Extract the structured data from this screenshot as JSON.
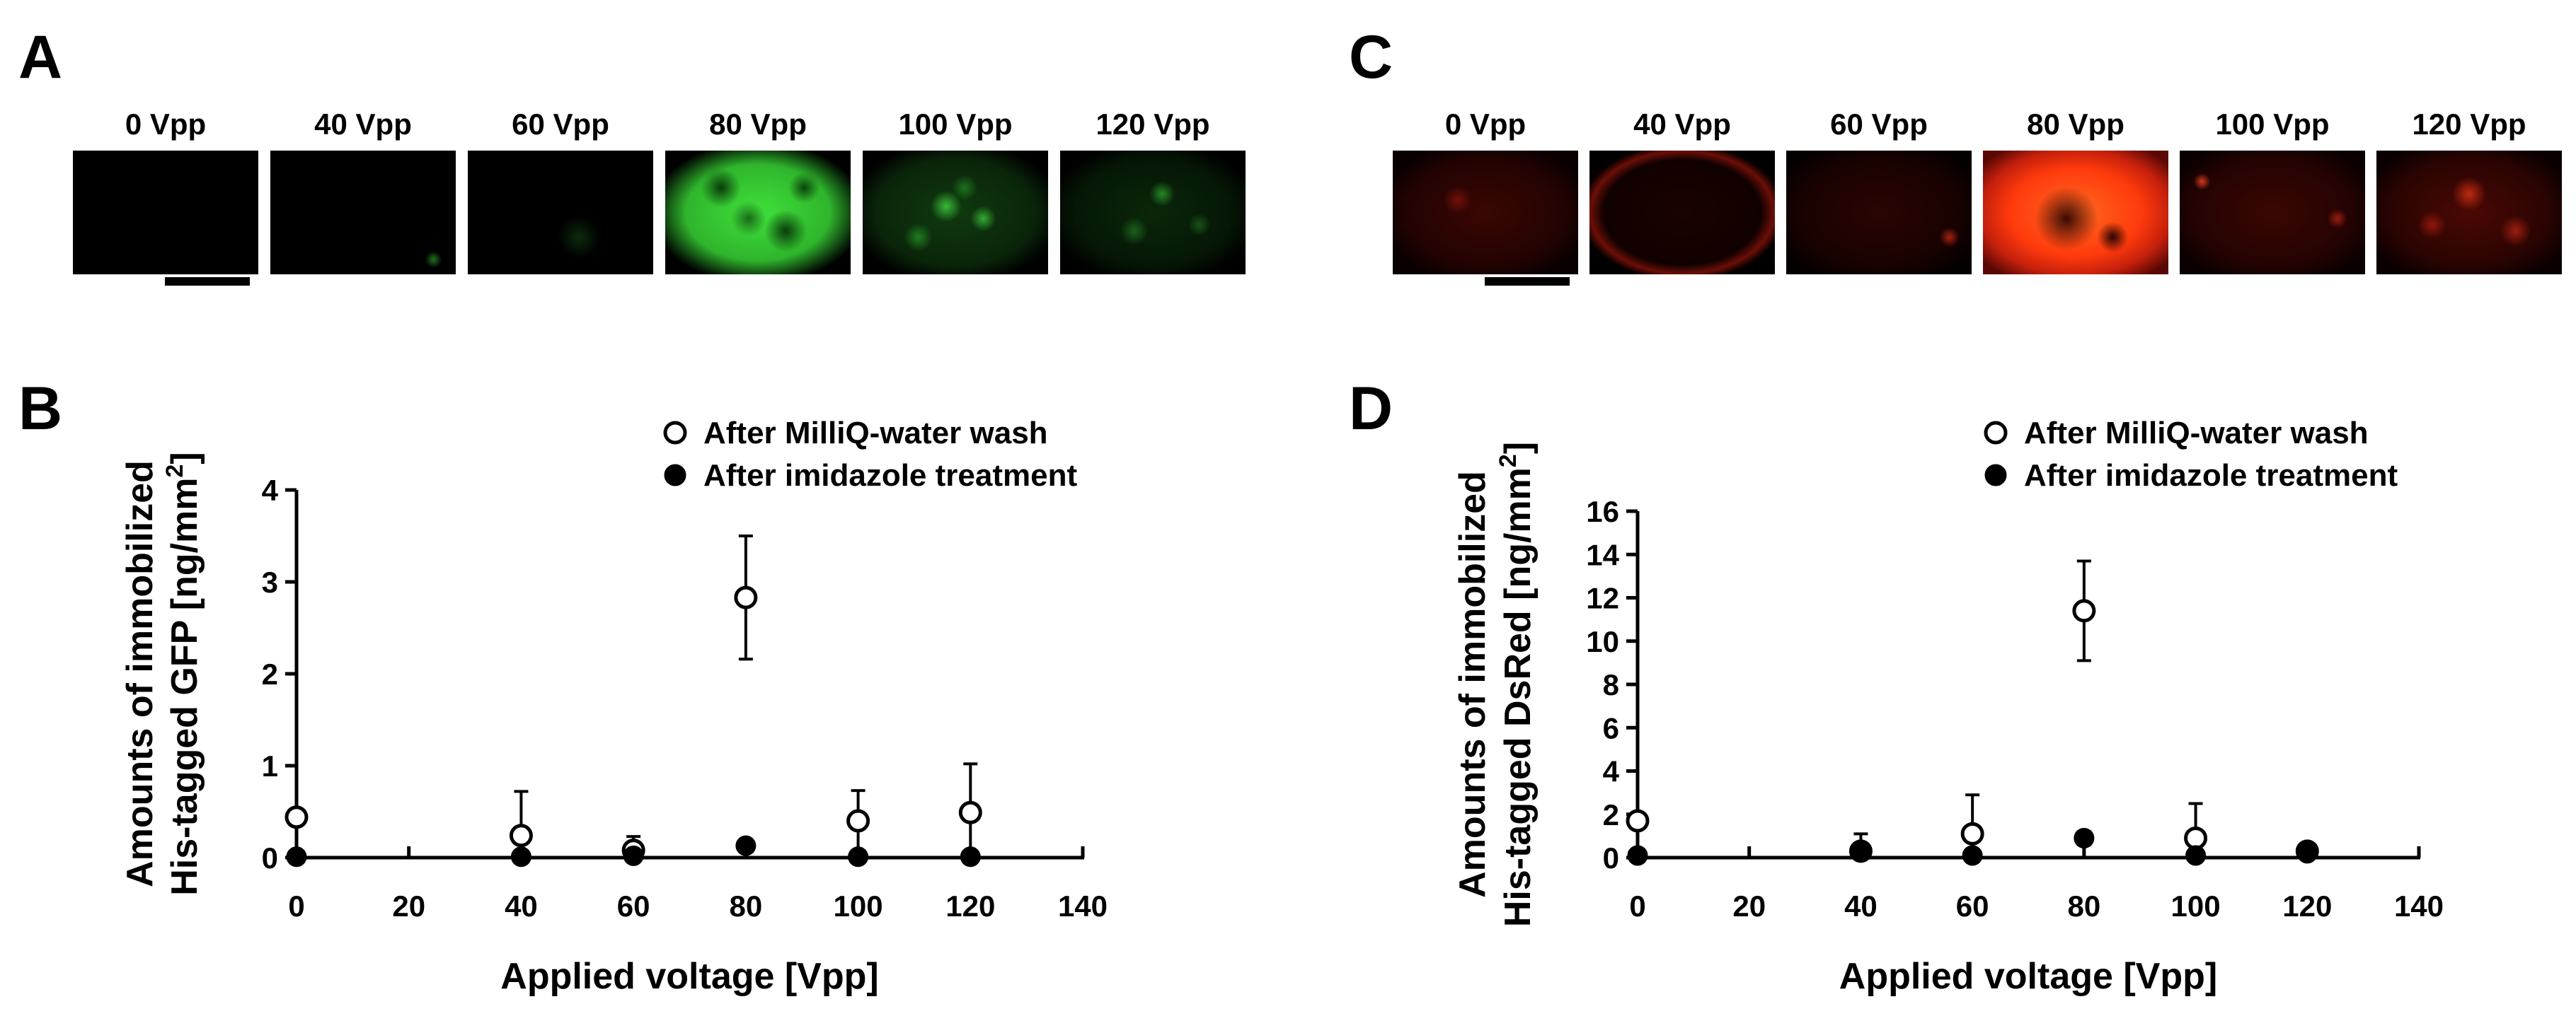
{
  "panels": {
    "A": "A",
    "B": "B",
    "C": "C",
    "D": "D"
  },
  "image_labels": {
    "A": [
      "0 Vpp",
      "40 Vpp",
      "60 Vpp",
      "80 Vpp",
      "100 Vpp",
      "120 Vpp"
    ],
    "C": [
      "0 Vpp",
      "40 Vpp",
      "60 Vpp",
      "80 Vpp",
      "100 Vpp",
      "120 Vpp"
    ]
  },
  "colors": {
    "gfp_bright": "#3fe03a",
    "gfp_mid": "#1c9c1c",
    "dsred_bright": "#ff4a10",
    "dsred_mid": "#c4200c",
    "background": "#000000"
  },
  "chart_data": [
    {
      "type": "scatter",
      "panel": "B",
      "xlabel": "Applied voltage [Vpp]",
      "ylabel_line1": "Amounts of immobilized",
      "ylabel_line2_prefix": "His-tagged GFP [ng/mm",
      "ylabel_sup": "2",
      "ylabel_suffix": "]",
      "xlim": [
        0,
        140
      ],
      "ylim": [
        0,
        4
      ],
      "xticks": [
        0,
        20,
        40,
        60,
        80,
        100,
        120,
        140
      ],
      "yticks": [
        0,
        1,
        2,
        3,
        4
      ],
      "legend": [
        "After MilliQ-water wash",
        "After imidazole treatment"
      ],
      "legend_position": "top-right",
      "series": [
        {
          "name": "After MilliQ-water wash",
          "marker": "open-circle",
          "x": [
            0,
            40,
            60,
            80,
            100,
            120
          ],
          "y": [
            0.44,
            0.24,
            0.08,
            2.83,
            0.4,
            0.49
          ],
          "err": [
            0.0,
            0.48,
            0.15,
            0.67,
            0.33,
            0.53
          ]
        },
        {
          "name": "After imidazole treatment",
          "marker": "filled-circle",
          "x": [
            0,
            40,
            60,
            80,
            100,
            120
          ],
          "y": [
            0.01,
            0.01,
            0.02,
            0.13,
            0.01,
            0.01
          ],
          "err": [
            0,
            0,
            0,
            0,
            0,
            0
          ]
        }
      ]
    },
    {
      "type": "scatter",
      "panel": "D",
      "xlabel": "Applied voltage [Vpp]",
      "ylabel_line1": "Amounts of immobilized",
      "ylabel_line2_prefix": "His-tagged DsRed [ng/mm",
      "ylabel_sup": "2",
      "ylabel_suffix": "]",
      "xlim": [
        0,
        140
      ],
      "ylim": [
        0,
        16
      ],
      "xticks": [
        0,
        20,
        40,
        60,
        80,
        100,
        120,
        140
      ],
      "yticks": [
        0,
        2,
        4,
        6,
        8,
        10,
        12,
        14,
        16
      ],
      "legend": [
        "After MilliQ-water wash",
        "After imidazole treatment"
      ],
      "legend_position": "top-right",
      "series": [
        {
          "name": "After MilliQ-water wash",
          "marker": "open-circle",
          "x": [
            0,
            40,
            60,
            80,
            100,
            120
          ],
          "y": [
            1.7,
            0.3,
            1.1,
            11.4,
            0.9,
            0.3
          ],
          "err": [
            0.3,
            0.8,
            1.8,
            2.3,
            1.6,
            0.0
          ]
        },
        {
          "name": "After imidazole treatment",
          "marker": "filled-circle",
          "x": [
            0,
            40,
            60,
            80,
            100,
            120
          ],
          "y": [
            0.1,
            0.3,
            0.1,
            0.9,
            0.1,
            0.2
          ],
          "err": [
            0,
            0.3,
            0,
            0.3,
            0,
            0
          ]
        }
      ]
    }
  ]
}
